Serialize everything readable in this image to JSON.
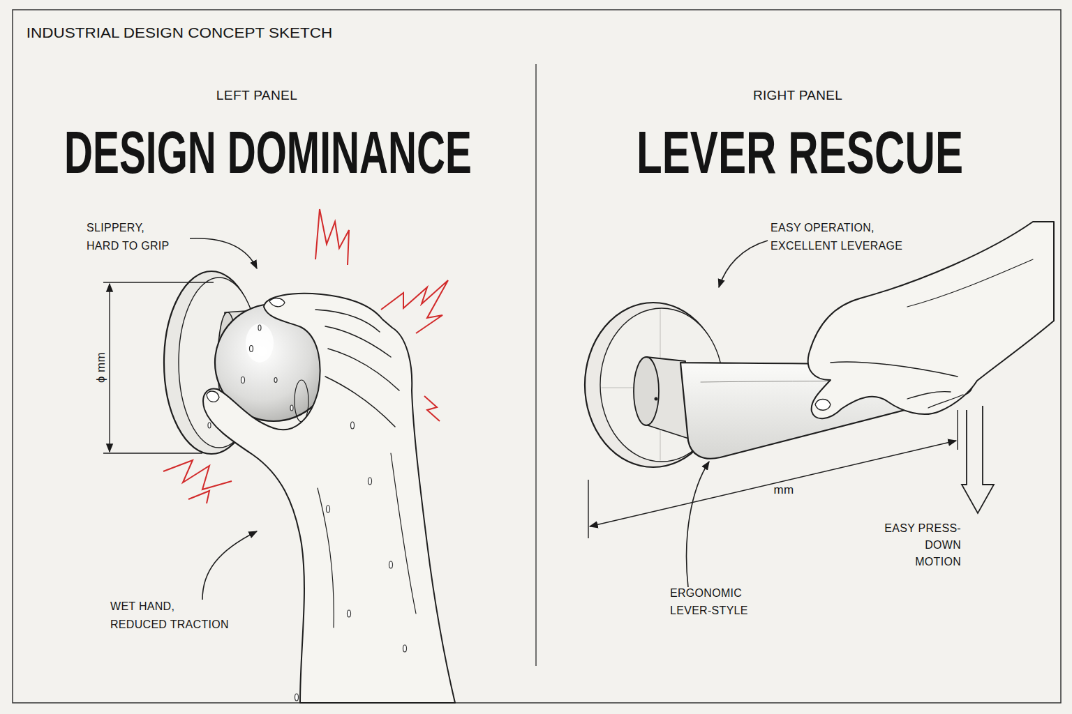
{
  "diagram": {
    "title": "INDUSTRIAL DESIGN CONCEPT SKETCH",
    "labels": [
      "LEFT PANEL",
      "DESIGN DOMINANCE",
      "SLIPPERY, HARD TO GRIP",
      "ϕ mm",
      "WET HAND, REDUCED TRACTION",
      "RIGHT PANEL",
      "LEVER RESCUE",
      "EASY OPERATION, EXCELLENT LEVERAGE",
      "mm",
      "ERGONOMIC LEVER-STYLE",
      "EASY PRESS-DOWN MOTION"
    ]
  }
}
